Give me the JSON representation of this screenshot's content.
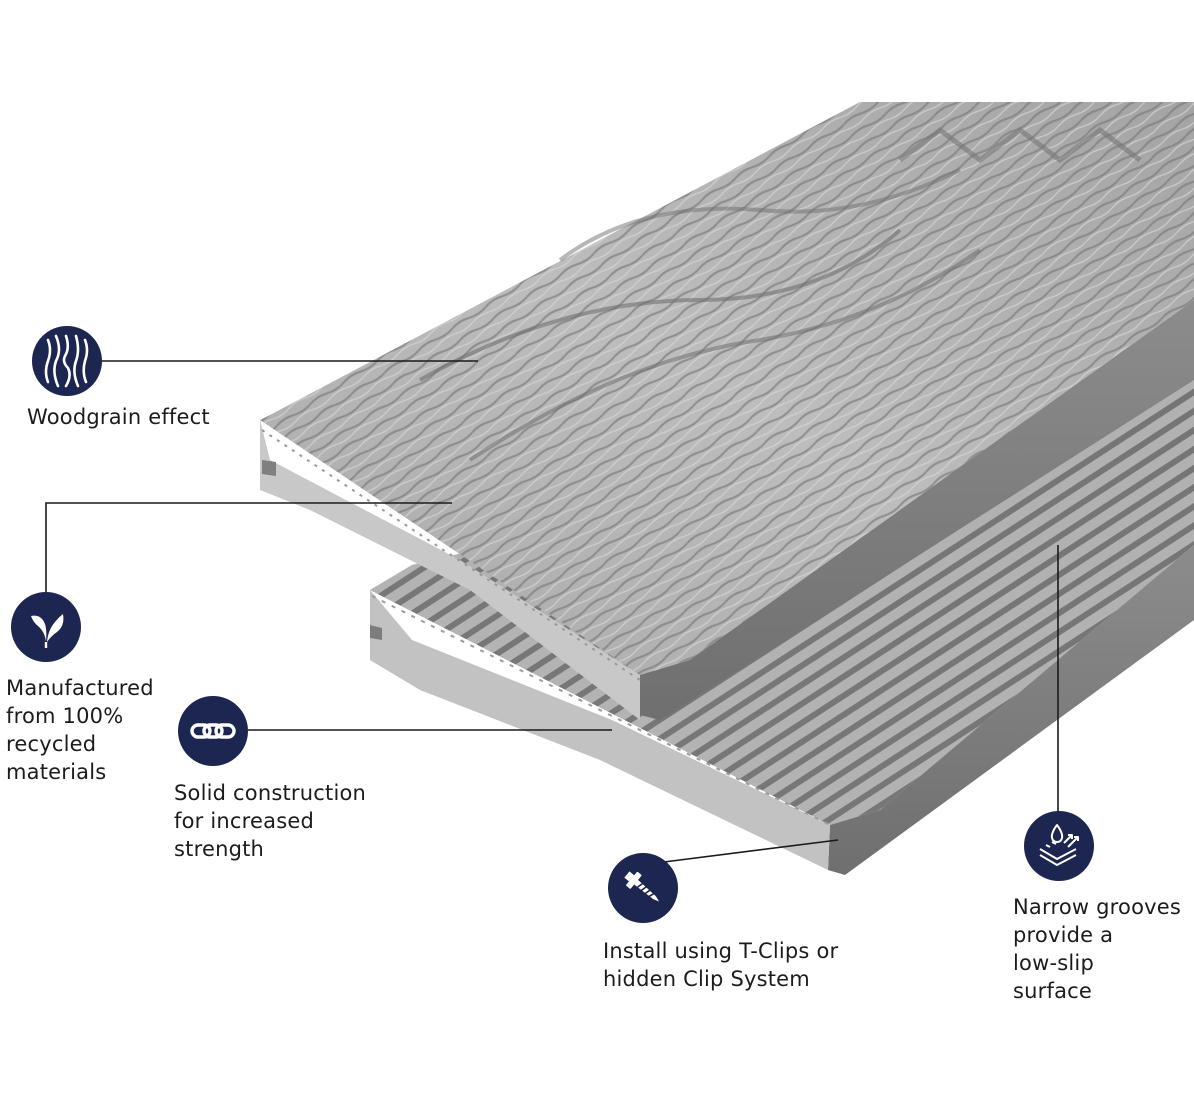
{
  "colors": {
    "icon_bg": "#1d2650",
    "board_top_light": "#b7b7b7",
    "board_top_dark": "#8e8e8e",
    "board_side": "#a9a9a9",
    "board_end": "#c4c4c4",
    "leader_line": "#1a1a1a"
  },
  "features": [
    {
      "icon": "woodgrain-icon",
      "lines": [
        "Woodgrain effect"
      ]
    },
    {
      "icon": "leaf-icon",
      "lines": [
        "Manufactured",
        "from 100%",
        "recycled",
        "materials"
      ]
    },
    {
      "icon": "chain-link-icon",
      "lines": [
        "Solid construction",
        "for increased",
        "strength"
      ]
    },
    {
      "icon": "screw-icon",
      "lines": [
        "Install using T-Clips or",
        "hidden Clip System"
      ]
    },
    {
      "icon": "water-grip-icon",
      "lines": [
        "Narrow grooves",
        "provide a",
        "low-slip",
        "surface"
      ]
    }
  ]
}
